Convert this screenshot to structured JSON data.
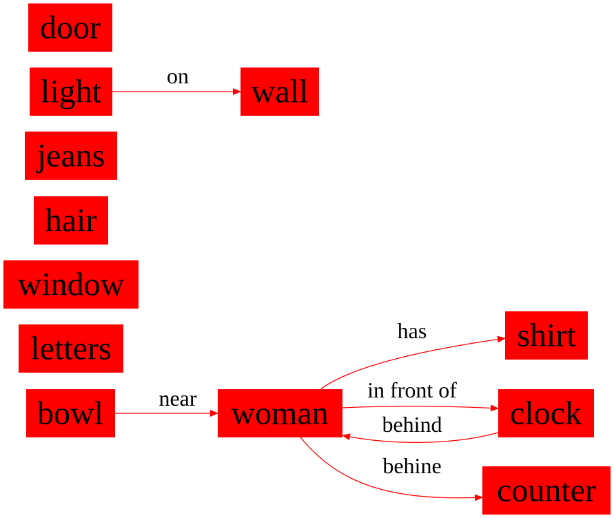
{
  "diagram": {
    "type": "scene-graph",
    "colors": {
      "node_fill": "#ff0000",
      "edge_stroke": "#ff0000",
      "text": "#000000",
      "background": "#ffffff"
    },
    "nodes": [
      {
        "id": "door",
        "label": "door"
      },
      {
        "id": "light",
        "label": "light"
      },
      {
        "id": "wall",
        "label": "wall"
      },
      {
        "id": "jeans",
        "label": "jeans"
      },
      {
        "id": "hair",
        "label": "hair"
      },
      {
        "id": "window",
        "label": "window"
      },
      {
        "id": "letters",
        "label": "letters"
      },
      {
        "id": "bowl",
        "label": "bowl"
      },
      {
        "id": "woman",
        "label": "woman"
      },
      {
        "id": "shirt",
        "label": "shirt"
      },
      {
        "id": "clock",
        "label": "clock"
      },
      {
        "id": "counter",
        "label": "counter"
      }
    ],
    "edges": [
      {
        "id": "light-wall",
        "from": "light",
        "to": "wall",
        "label": "on"
      },
      {
        "id": "bowl-woman",
        "from": "bowl",
        "to": "woman",
        "label": "near"
      },
      {
        "id": "woman-shirt",
        "from": "woman",
        "to": "shirt",
        "label": "has"
      },
      {
        "id": "woman-clock",
        "from": "woman",
        "to": "clock",
        "label": "in front of"
      },
      {
        "id": "clock-woman",
        "from": "clock",
        "to": "woman",
        "label": "behind"
      },
      {
        "id": "woman-counter",
        "from": "woman",
        "to": "counter",
        "label": "behine"
      }
    ]
  }
}
